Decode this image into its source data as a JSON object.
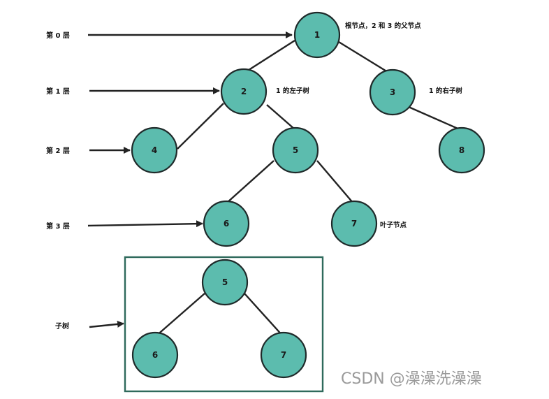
{
  "levels": {
    "l0": "第 0 层",
    "l1": "第 1 层",
    "l2": "第 2 层",
    "l3": "第 3 层",
    "subtree": "子树"
  },
  "nodes": {
    "n1": "1",
    "n2": "2",
    "n3": "3",
    "n4": "4",
    "n5": "5",
    "n6": "6",
    "n7": "7",
    "n8": "8",
    "s5": "5",
    "s6": "6",
    "s7": "7"
  },
  "notes": {
    "root": "根节点，2 和 3 的父节点",
    "left_subtree": "1 的左子树",
    "right_subtree": "1 的右子树",
    "leaf": "叶子节点"
  },
  "watermark": "CSDN @澡澡洗澡澡",
  "colors": {
    "node_fill": "#5cbcae",
    "node_stroke": "#1f2a2a",
    "box_stroke": "#2f6a5c"
  }
}
